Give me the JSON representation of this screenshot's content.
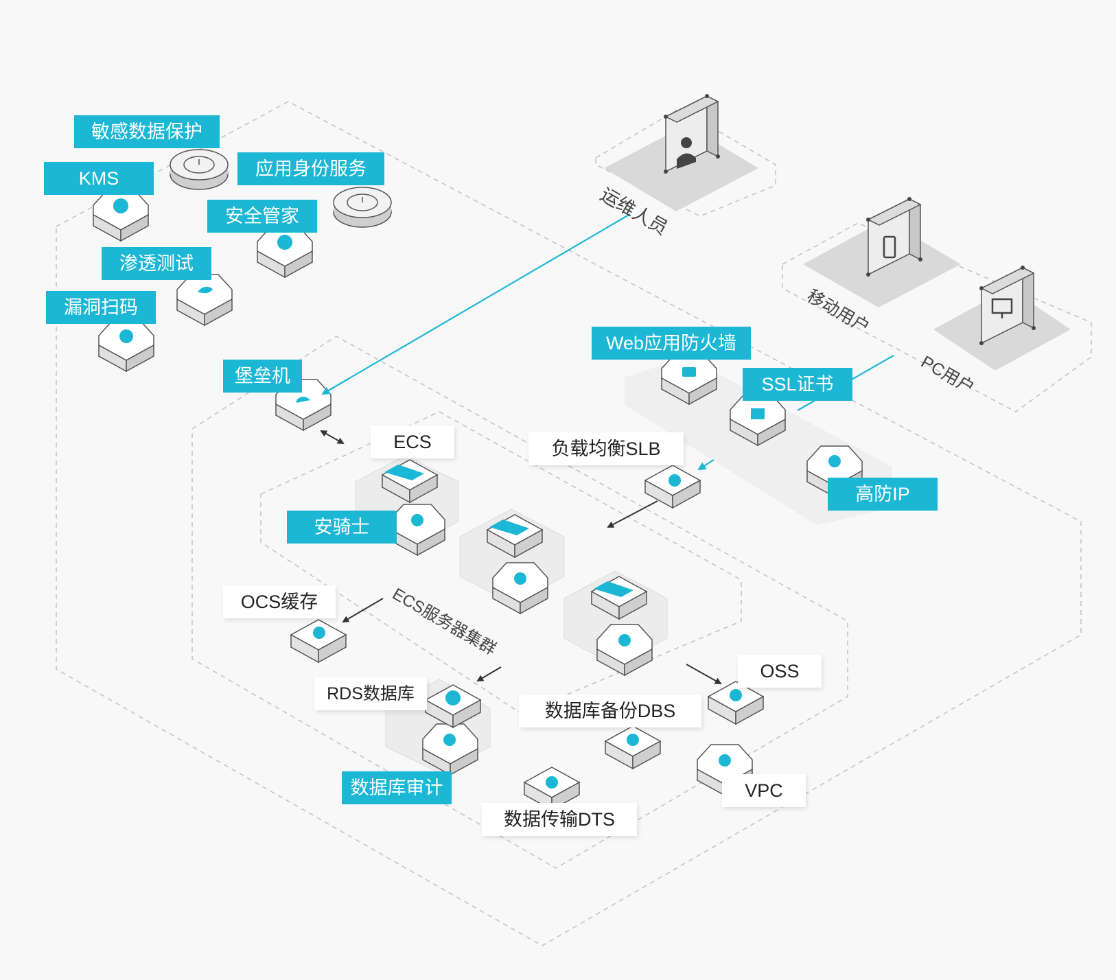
{
  "diagram": {
    "accent_color": "#1bb7d4",
    "zone_title": "ECS服务器集群",
    "security_services": {
      "sensitive_data": "敏感数据保护",
      "kms": "KMS",
      "app_identity": "应用身份服务",
      "security_manager": "安全管家",
      "pentest": "渗透测试",
      "vuln_scan": "漏洞扫码"
    },
    "users": {
      "ops": "运维人员",
      "mobile": "移动用户",
      "pc": "PC用户"
    },
    "edge": {
      "waf": "Web应用防火墙",
      "ssl": "SSL证书",
      "anti_ddos": "高防IP",
      "slb": "负载均衡SLB"
    },
    "compute": {
      "bastion": "堡垒机",
      "ecs": "ECS",
      "aegis": "安骑士"
    },
    "data_services": {
      "ocs": "OCS缓存",
      "rds": "RDS数据库",
      "oss": "OSS",
      "dbs": "数据库备份DBS",
      "db_audit": "数据库审计",
      "dts": "数据传输DTS",
      "vpc": "VPC"
    },
    "icons": [
      "shield-icon",
      "cloud-icon",
      "server-icon",
      "lock-icon",
      "network-icon",
      "gear-icon",
      "key-icon",
      "user-icon",
      "phone-icon",
      "monitor-icon"
    ]
  }
}
